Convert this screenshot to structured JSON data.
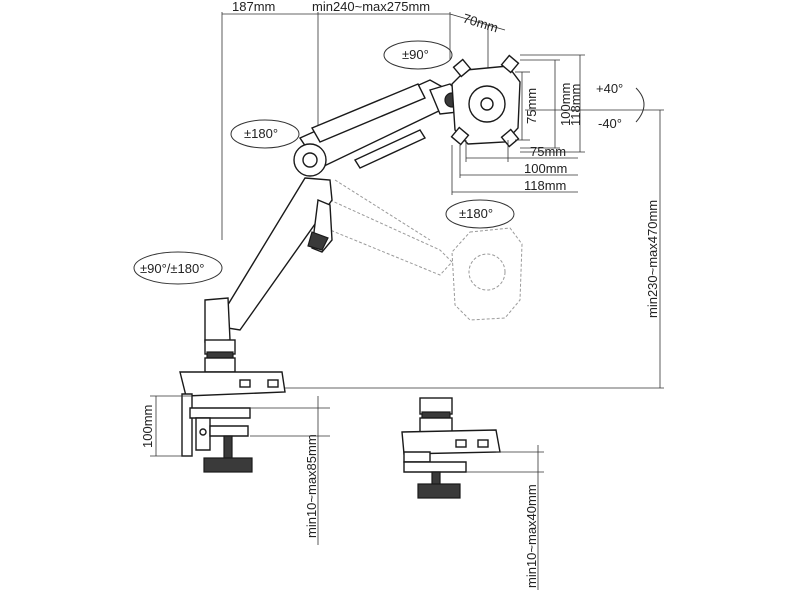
{
  "dimensions": {
    "arm_segment_1": "187mm",
    "arm_segment_2": "min240~max275mm",
    "head_offset": "70mm",
    "vesa_h_75": "75mm",
    "vesa_h_100": "100mm",
    "vesa_h_118": "118mm",
    "vesa_w_75": "75mm",
    "vesa_w_100": "100mm",
    "vesa_w_118": "118mm",
    "height_range": "min230~max470mm",
    "clamp_height": "100mm",
    "clamp_range": "min10~max85mm",
    "grommet_range": "min10~max40mm"
  },
  "rotations": {
    "head_swivel": "±90°",
    "elbow_rotation": "±180°",
    "base_rotation": "±90°/±180°",
    "tilt_up": "+40°",
    "tilt_down": "-40°",
    "vesa_rotation": "±180°"
  },
  "colors": {
    "line": "#1a1a1a",
    "ghost": "#9a9a9a",
    "accent_dark": "#3a3a3a"
  }
}
